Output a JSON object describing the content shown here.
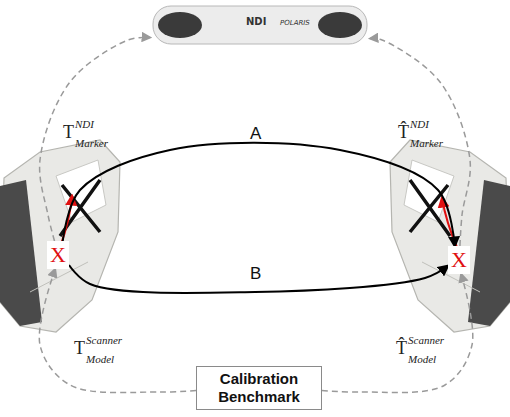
{
  "diagram": {
    "nodes": [
      {
        "text": [
          "NDI",
          "POLARIS"
        ]
      },
      {
        "text": [
          "X"
        ]
      },
      {
        "text": [
          "X"
        ]
      },
      {
        "text": [
          "Calibration Benchmark"
        ]
      }
    ],
    "edges": [
      {
        "from": 1,
        "to": 2,
        "arrow": "to",
        "label": "A"
      },
      {
        "from": 1,
        "to": 2,
        "arrow": "to",
        "label": "B"
      },
      {
        "from": 1,
        "to": 0,
        "arrow": "to"
      },
      {
        "from": 2,
        "to": 0,
        "arrow": "to"
      },
      {
        "from": 3,
        "to": 1,
        "arrow": "to"
      },
      {
        "from": 3,
        "to": 2,
        "arrow": "to"
      }
    ],
    "labels": [
      "T",
      "NDI",
      "Marker",
      "T̂",
      "NDI",
      "Marker",
      "T",
      "Scanner",
      "Model",
      "T̂",
      "Scanner",
      "Model"
    ]
  }
}
